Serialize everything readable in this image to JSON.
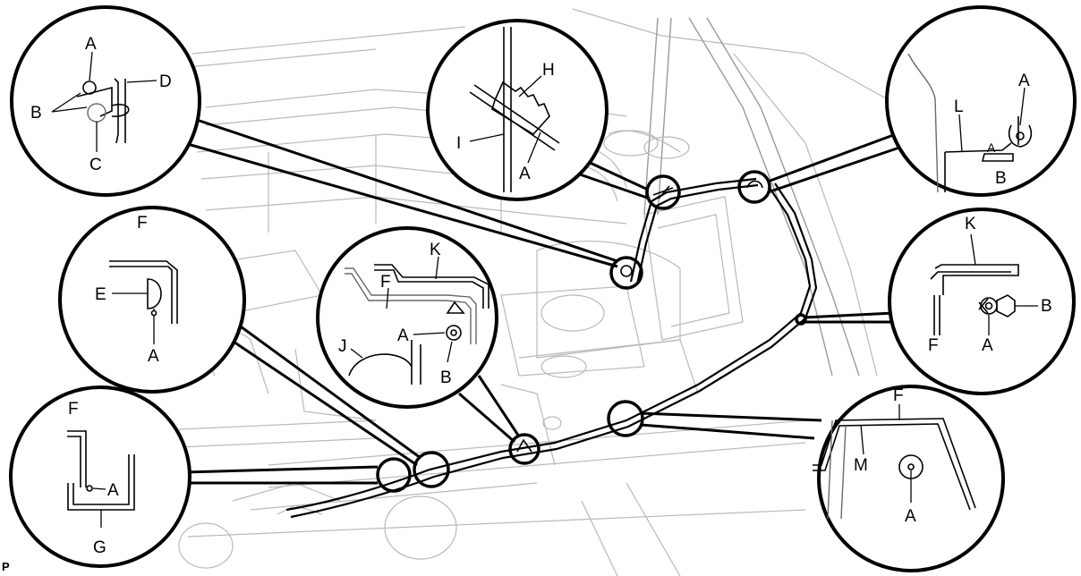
{
  "diagram_code": "P",
  "callouts": {
    "top_left": {
      "labels": [
        "A",
        "B",
        "C",
        "D"
      ]
    },
    "top_middle": {
      "labels": [
        "H",
        "I",
        "A"
      ]
    },
    "top_right": {
      "labels": [
        "A",
        "L",
        "A",
        "B"
      ]
    },
    "mid_left": {
      "labels": [
        "F",
        "E",
        "A"
      ]
    },
    "center": {
      "labels": [
        "K",
        "F",
        "A",
        "J",
        "B"
      ]
    },
    "mid_right": {
      "labels": [
        "K",
        "B",
        "F",
        "A"
      ]
    },
    "bottom_left": {
      "labels": [
        "F",
        "A",
        "G"
      ]
    },
    "bottom_right": {
      "labels": [
        "F",
        "M",
        "A"
      ]
    }
  }
}
